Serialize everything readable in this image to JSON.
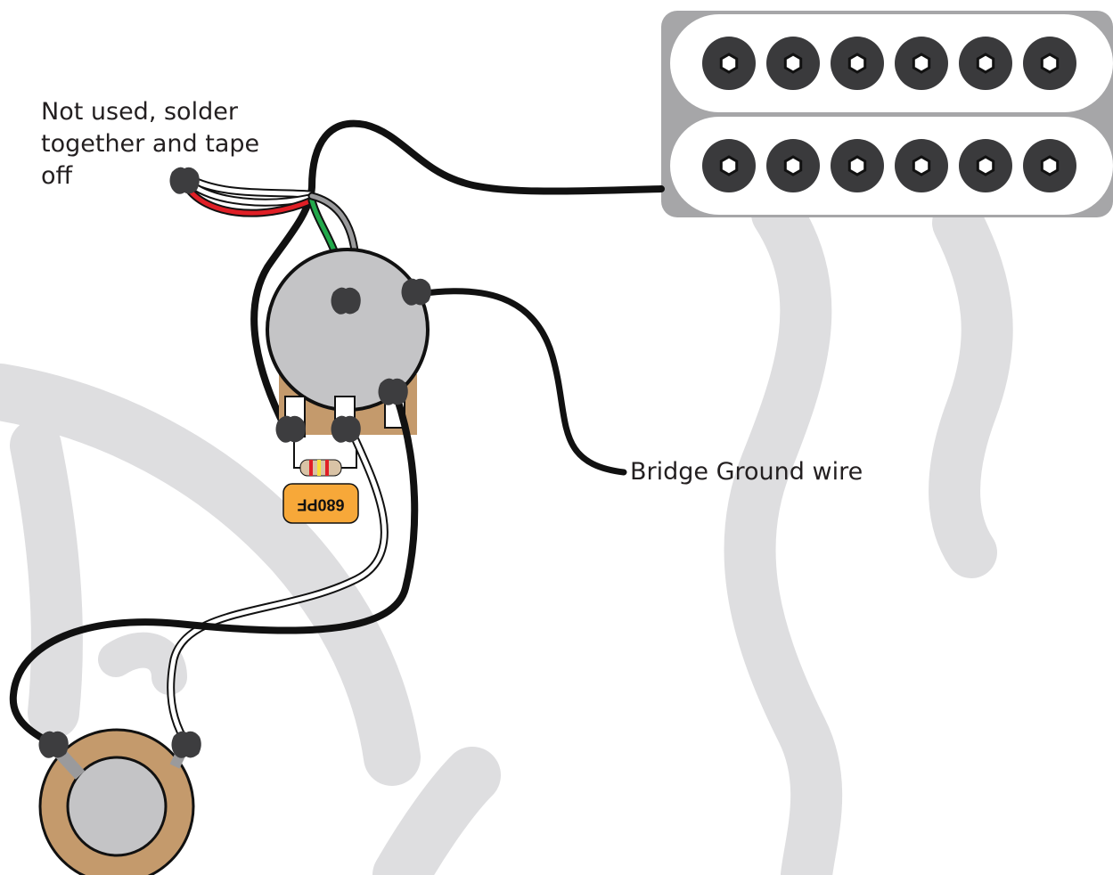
{
  "labels": {
    "unused_wires": "Not used, solder together and tape off",
    "bridge_ground": "Bridge Ground wire",
    "capacitor_value": "680PF"
  },
  "colors": {
    "background_shapes": "#dedee0",
    "wire_black": "#111111",
    "wire_white": "#ffffff",
    "wire_red": "#e01f26",
    "wire_green": "#22a94b",
    "wire_gray": "#9a9a9c",
    "solder_joint": "#3d3d3f",
    "pot_body": "#c4c4c6",
    "pot_terminal_board": "#c49a6c",
    "capacitor": "#f7a839",
    "pickup_frame": "#a6a6a8",
    "pickup_pole": "#3a3a3c",
    "jack_ring": "#c49a6c",
    "jack_center": "#c4c4c6"
  },
  "pickup": {
    "type": "humbucker",
    "coils": 2,
    "poles_per_coil": 6
  }
}
